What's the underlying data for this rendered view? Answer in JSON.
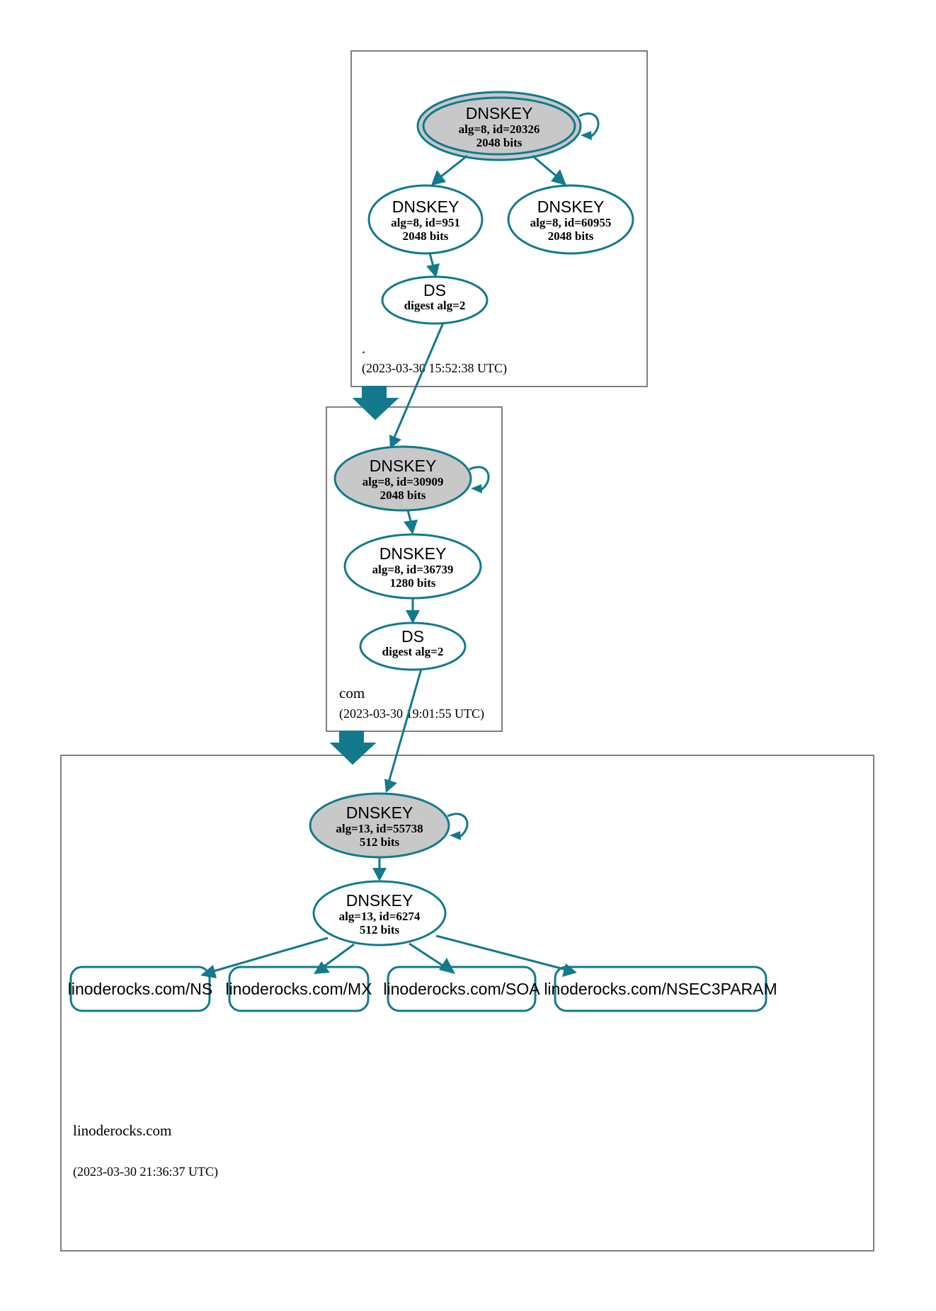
{
  "diagram": {
    "title": "DNSSEC authentication chain",
    "colors": {
      "accent": "#127a8c",
      "secure_key_fill": "#c8c8c8",
      "zone_border": "#808080",
      "node_fill": "#ffffff",
      "text": "#000000"
    }
  },
  "zones": [
    {
      "id": "root",
      "label": ".",
      "timestamp": "(2023-03-30 15:52:38 UTC)",
      "nodes": [
        {
          "id": "root-ksk",
          "type": "DNSKEY",
          "detail": "alg=8, id=20326",
          "bits": "2048 bits",
          "role": "ksk",
          "double_border": true,
          "filled": true,
          "self_signed": true
        },
        {
          "id": "root-zsk-951",
          "type": "DNSKEY",
          "detail": "alg=8, id=951",
          "bits": "2048 bits",
          "role": "zsk",
          "double_border": false,
          "filled": false,
          "self_signed": false
        },
        {
          "id": "root-zsk-60955",
          "type": "DNSKEY",
          "detail": "alg=8, id=60955",
          "bits": "2048 bits",
          "role": "zsk",
          "double_border": false,
          "filled": false,
          "self_signed": false
        },
        {
          "id": "root-ds",
          "type": "DS",
          "detail": "digest alg=2",
          "bits": "",
          "role": "ds",
          "double_border": false,
          "filled": false,
          "self_signed": false
        }
      ]
    },
    {
      "id": "com",
      "label": "com",
      "timestamp": "(2023-03-30 19:01:55 UTC)",
      "nodes": [
        {
          "id": "com-ksk",
          "type": "DNSKEY",
          "detail": "alg=8, id=30909",
          "bits": "2048 bits",
          "role": "ksk",
          "double_border": false,
          "filled": true,
          "self_signed": true
        },
        {
          "id": "com-zsk",
          "type": "DNSKEY",
          "detail": "alg=8, id=36739",
          "bits": "1280 bits",
          "role": "zsk",
          "double_border": false,
          "filled": false,
          "self_signed": false
        },
        {
          "id": "com-ds",
          "type": "DS",
          "detail": "digest alg=2",
          "bits": "",
          "role": "ds",
          "double_border": false,
          "filled": false,
          "self_signed": false
        }
      ]
    },
    {
      "id": "linoderocks",
      "label": "linoderocks.com",
      "timestamp": "(2023-03-30 21:36:37 UTC)",
      "nodes": [
        {
          "id": "lr-ksk",
          "type": "DNSKEY",
          "detail": "alg=13, id=55738",
          "bits": "512 bits",
          "role": "ksk",
          "double_border": false,
          "filled": true,
          "self_signed": true
        },
        {
          "id": "lr-zsk",
          "type": "DNSKEY",
          "detail": "alg=13, id=6274",
          "bits": "512 bits",
          "role": "zsk",
          "double_border": false,
          "filled": false,
          "self_signed": false
        }
      ],
      "rrsets": [
        {
          "id": "rr-ns",
          "label": "linoderocks.com/NS"
        },
        {
          "id": "rr-mx",
          "label": "linoderocks.com/MX"
        },
        {
          "id": "rr-soa",
          "label": "linoderocks.com/SOA"
        },
        {
          "id": "rr-nsec3param",
          "label": "linoderocks.com/NSEC3PARAM"
        }
      ]
    }
  ]
}
